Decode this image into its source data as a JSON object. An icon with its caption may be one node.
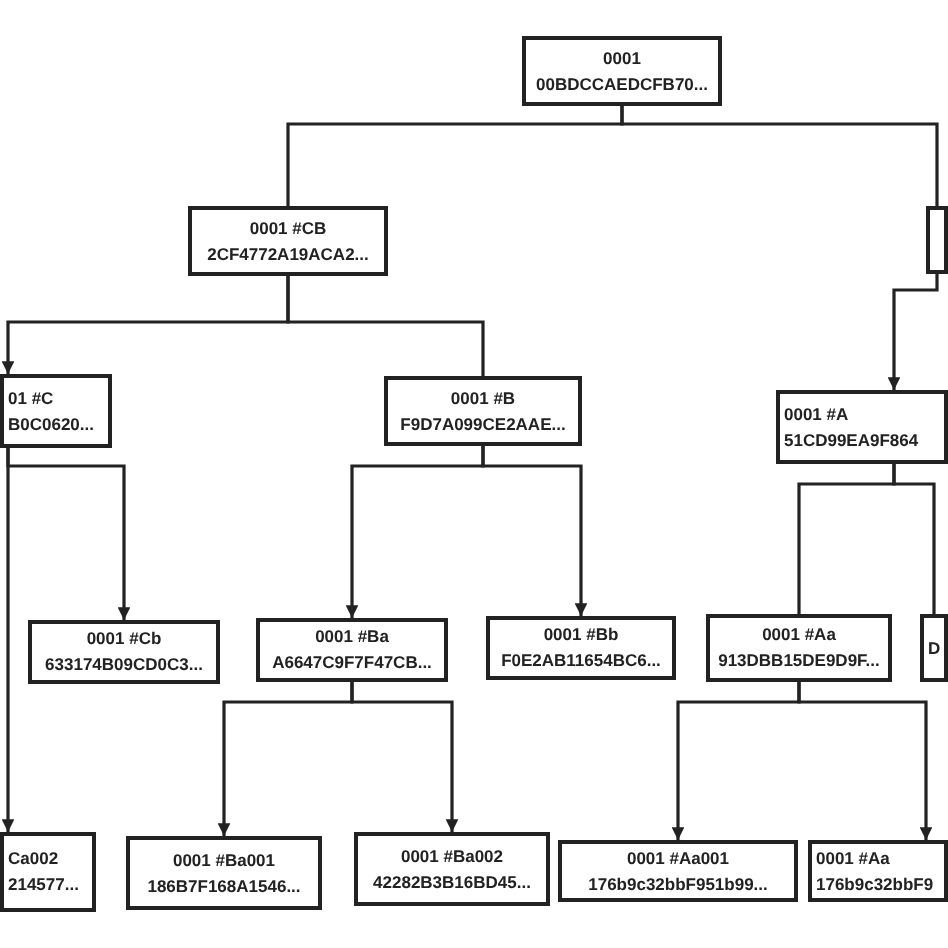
{
  "diagram": {
    "nodes": [
      {
        "text": [
          "0001",
          "00BDCCAEDCFB70..."
        ]
      },
      {
        "text": [
          "0001 #CB",
          "2CF4772A19ACA2..."
        ]
      },
      {
        "text": [],
        "shape": "box"
      },
      {
        "text": [
          "01 #C",
          "B0C0620..."
        ]
      },
      {
        "text": [
          "0001 #B",
          "F9D7A099CE2AAE..."
        ]
      },
      {
        "text": [
          "0001 #A",
          "51CD99EA9F864"
        ]
      },
      {
        "text": [
          "0001 #Cb",
          "633174B09CD0C3..."
        ]
      },
      {
        "text": [
          "0001 #Ba",
          "A6647C9F7F47CB..."
        ]
      },
      {
        "text": [
          "0001 #Bb",
          "F0E2AB11654BC6..."
        ]
      },
      {
        "text": [
          "0001 #Aa",
          "913DBB15DE9D9F..."
        ]
      },
      {
        "text": [
          "D"
        ]
      },
      {
        "text": [
          "Ca002",
          "214577..."
        ]
      },
      {
        "text": [
          "0001 #Ba001",
          "186B7F168A1546..."
        ]
      },
      {
        "text": [
          "0001 #Ba002",
          "42282B3B16BD45..."
        ]
      },
      {
        "text": [
          "0001 #Aa001",
          "176b9c32bbF951b99..."
        ]
      },
      {
        "text": [
          "0001 #Aa",
          "176b9c32bbF9"
        ]
      }
    ],
    "edges": [
      {
        "from": 0,
        "to": 1,
        "arrow": "none"
      },
      {
        "from": 0,
        "to": 2,
        "arrow": "none"
      },
      {
        "from": 1,
        "to": 3,
        "arrow": "to"
      },
      {
        "from": 1,
        "to": 4,
        "arrow": "none"
      },
      {
        "from": 2,
        "to": 5,
        "arrow": "to"
      },
      {
        "from": 3,
        "to": 6,
        "arrow": "to"
      },
      {
        "from": 3,
        "to": 11,
        "arrow": "to"
      },
      {
        "from": 4,
        "to": 7,
        "arrow": "to"
      },
      {
        "from": 4,
        "to": 8,
        "arrow": "to"
      },
      {
        "from": 5,
        "to": 9,
        "arrow": "none"
      },
      {
        "from": 5,
        "to": 10,
        "arrow": "none"
      },
      {
        "from": 7,
        "to": 12,
        "arrow": "to"
      },
      {
        "from": 7,
        "to": 13,
        "arrow": "to"
      },
      {
        "from": 9,
        "to": 14,
        "arrow": "to"
      },
      {
        "from": 9,
        "to": 15,
        "arrow": "to"
      }
    ]
  }
}
